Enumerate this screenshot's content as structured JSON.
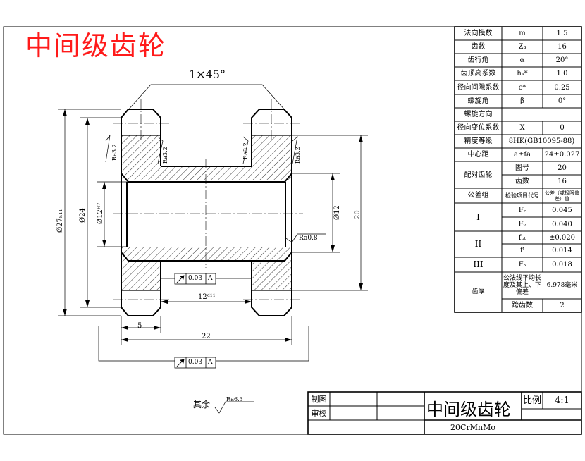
{
  "title": "中间级齿轮",
  "chamfer_label": "1×45°",
  "dimensions": {
    "d_outer": "Ø27ₕ₁₁",
    "d_root": "Ø24",
    "d_bore": "Ø12ᴴ⁷",
    "d_hub": "Ø12",
    "len_20": "20",
    "width_12": "12ᵈ¹¹",
    "width_5": "5",
    "length_22": "22"
  },
  "roughness": {
    "left_top_a": "Ra3.2",
    "left_top_b": "Ra3.2",
    "right_top_a": "Ra3.2",
    "right_top_b": "Ra3.2",
    "bore": "Ra0.8",
    "rest_prefix": "其余",
    "rest_value": "Ra6.3"
  },
  "tolerance": {
    "frame1_value": "0.03",
    "frame1_datum": "A",
    "frame2_value": "0.03",
    "frame2_datum": "A"
  },
  "param_table": {
    "rows": [
      {
        "label": "法向模数",
        "sym": "m",
        "value": "1.5"
      },
      {
        "label": "齿数",
        "sym": "Z₃",
        "value": "16"
      },
      {
        "label": "齿行角",
        "sym": "α",
        "value": "20°"
      },
      {
        "label": "齿顶高系数",
        "sym": "hₐ*",
        "value": "1.0"
      },
      {
        "label": "径向间隙系数",
        "sym": "c*",
        "value": "0.25"
      },
      {
        "label": "螺旋角",
        "sym": "β",
        "value": "0°"
      },
      {
        "label": "螺旋方向",
        "sym": "",
        "value": ""
      },
      {
        "label": "径向变位系数",
        "sym": "X",
        "value": "0"
      }
    ],
    "precision_label": "精度等级",
    "precision_value": "8HK(GB10095-88)",
    "center_label": "中心距",
    "center_sym": "a±fa",
    "center_value": "24±0.027",
    "mate_label": "配对齿轮",
    "mate_drawing_label": "图号",
    "mate_drawing_value": "20",
    "mate_teeth_label": "齿数",
    "mate_teeth_value": "16",
    "group_header": "公差组",
    "item_header": "检验项目代号",
    "tol_header": "公差（或极限偏差）值",
    "groups": [
      {
        "name": "I",
        "items": [
          {
            "code": "Fᵣ",
            "value": "0.045"
          },
          {
            "code": "Fᵥ",
            "value": "0.040"
          }
        ]
      },
      {
        "name": "II",
        "items": [
          {
            "code": "fₚₜ",
            "value": "±0.020"
          },
          {
            "code": "fᶠ",
            "value": "0.014"
          }
        ]
      },
      {
        "name": "III",
        "items": [
          {
            "code": "Fᵦ",
            "value": "0.018"
          }
        ]
      }
    ],
    "tooth_thick_label": "齿厚",
    "common_normal_label": "公法线平均长度及其上、下偏差",
    "common_normal_value": "6.978毫米",
    "span_teeth_label": "跨齿数",
    "span_teeth_value": "2"
  },
  "title_block": {
    "drawn_label": "制图",
    "check_label": "审校",
    "part_name": "中间级齿轮",
    "scale_label": "比例",
    "scale_value": "4:1",
    "material": "20CrMnMo"
  }
}
